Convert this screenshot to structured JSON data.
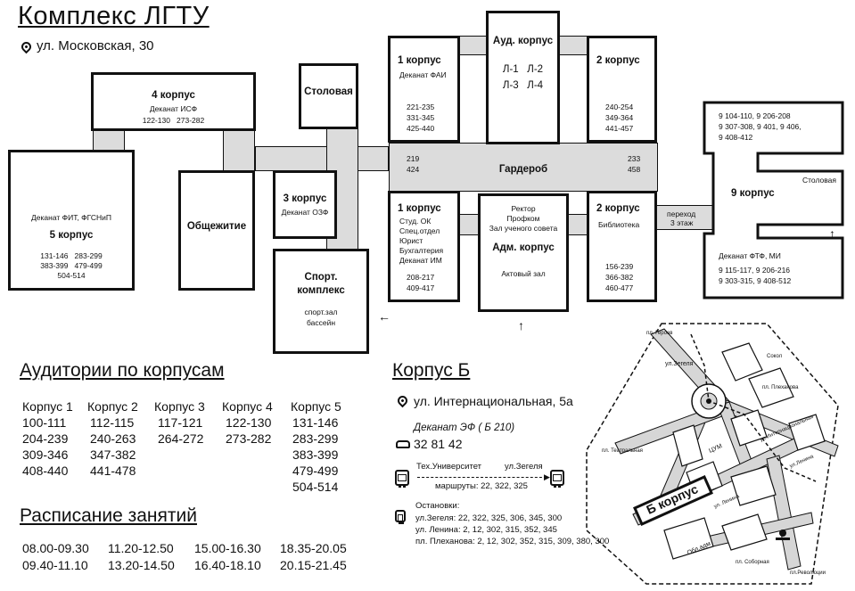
{
  "header": {
    "title": "Комплекс ЛГТУ",
    "address": "ул. Московская, 30"
  },
  "buildings": {
    "b4": {
      "name": "4 корпус",
      "dept": "Деканат ИСФ",
      "rooms": "122-130   273-282"
    },
    "b5": {
      "dept": "Деканат ФИТ, ФГСНиП",
      "name": "5 корпус",
      "rooms": [
        "131-146   283-299",
        "383-399   479-499",
        "504-514"
      ]
    },
    "dorm": {
      "name": "Общежитие"
    },
    "canteen": {
      "name": "Столовая"
    },
    "b3": {
      "name": "3 корпус",
      "dept": "Деканат ОЗФ"
    },
    "sport": {
      "name": [
        "Спорт.",
        "комплекс"
      ],
      "sub": [
        "спорт.зал",
        "бассейн"
      ]
    },
    "b1_top": {
      "name": "1 корпус",
      "dept": "Деканат ФАИ",
      "rooms": [
        "221-235",
        "331-345",
        "425-440"
      ]
    },
    "b1_mid": {
      "rooms": [
        "219",
        "424"
      ]
    },
    "aud": {
      "name": "Ауд. корпус",
      "rooms": [
        "Л-1   Л-2",
        "Л-3   Л-4"
      ]
    },
    "wardrobe": {
      "name": "Гардероб"
    },
    "b2_top": {
      "name": "2 корпус",
      "rooms": [
        "240-254",
        "349-364",
        "441-457"
      ]
    },
    "b2_mid": {
      "rooms": [
        "233",
        "458"
      ]
    },
    "b1_bot": {
      "name": "1 корпус",
      "lines": [
        "Студ. ОК",
        "Спец.отдел",
        "Юрист",
        "Бухгалтерия",
        "Деканат ИМ"
      ],
      "rooms": [
        "208-217",
        "409-417"
      ]
    },
    "adm": {
      "top": [
        "Ректор",
        "Профком",
        "Зал ученого совета"
      ],
      "name": "Адм. корпус",
      "sub": "Актовый зал"
    },
    "b2_bot": {
      "name": "2 корпус",
      "dept": "Библиотека",
      "rooms": [
        "156-239",
        "366-382",
        "460-477"
      ]
    },
    "passage": {
      "label": [
        "переход",
        "3 этаж"
      ]
    },
    "b9": {
      "rooms_top": [
        "9 104-110,  9 206-208",
        "9 307-308, 9 401, 9 406,",
        "9 408-412"
      ],
      "name": "9 корпус",
      "canteen": "Столовая",
      "dept": "Деканат ФТФ, МИ",
      "rooms_bot": [
        "9 115-117,  9 206-216",
        "9 303-315,  9 408-512"
      ]
    }
  },
  "auditoriums": {
    "title": "Аудитории по корпусам",
    "columns": [
      {
        "header": "Корпус 1",
        "items": [
          "100-111",
          "204-239",
          "309-346",
          "408-440"
        ]
      },
      {
        "header": "Корпус 2",
        "items": [
          "112-115",
          "240-263",
          "347-382",
          "441-478"
        ]
      },
      {
        "header": "Корпус 3",
        "items": [
          "117-121",
          "264-272"
        ]
      },
      {
        "header": "Корпус 4",
        "items": [
          "122-130",
          "273-282"
        ]
      },
      {
        "header": "Корпус 5",
        "items": [
          "131-146",
          "283-299",
          "383-399",
          "479-499",
          "504-514"
        ]
      }
    ]
  },
  "schedule": {
    "title": "Расписание занятий",
    "row1": [
      "08.00-09.30",
      "11.20-12.50",
      "15.00-16.30",
      "18.35-20.05"
    ],
    "row2": [
      "09.40-11.10",
      "13.20-14.50",
      "16.40-18.10",
      "20.15-21.45"
    ]
  },
  "korpus_b": {
    "title": "Корпус Б",
    "address": "ул. Интернациональная, 5а",
    "dean": "Деканат ЭФ ( Б 210)",
    "phone": "32 81 42",
    "route_from": "Тех.Университет",
    "route_to": "ул.Зегеля",
    "routes": "маршруты: 22, 322, 325",
    "stops_title": "Остановки:",
    "stops": [
      "ул.Зегеля: 22, 322, 325, 306, 345, 300",
      "ул. Ленина: 2, 12, 302, 315, 352, 345",
      "пл. Плеханова: 2, 12, 302, 352, 315, 309, 380, 300"
    ]
  },
  "map": {
    "labels": {
      "heroes": "пл. Героев",
      "zegelya": "ул.Зегеля",
      "sokol": "Сокол",
      "plekhanova": "пл. Плеханова",
      "internatsionalnaya": "ул.Интернациональная",
      "teatralnaya": "пл. Театральная",
      "tsum": "ЦУМ",
      "lenina": "ул.Ленина",
      "lenina2": "ул. Ленина",
      "building": "Б корпус",
      "obladm": "Обл.адм",
      "sobornaya": "пл. Соборная",
      "revolyutsii": "пл.Революции"
    }
  }
}
